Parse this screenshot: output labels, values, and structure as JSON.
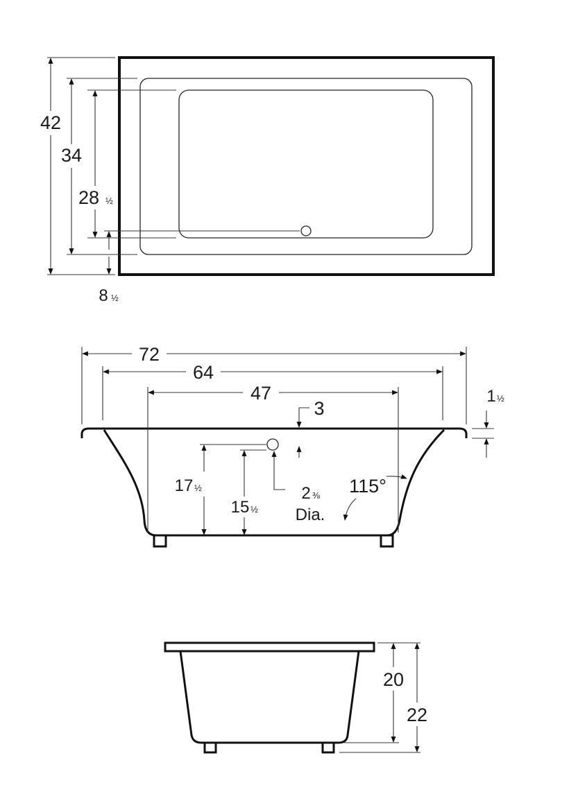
{
  "top_view": {
    "dim_overall_width": "42",
    "dim_rim_inner": "34",
    "dim_basin": "28",
    "dim_basin_frac": "½",
    "dim_drain_offset": "8",
    "dim_drain_offset_frac": "½"
  },
  "side_view": {
    "dim_length": "72",
    "dim_rim_inner_length": "64",
    "dim_bottom_length": "47",
    "dim_drain_offset": "3",
    "dim_rim_thickness": "1",
    "dim_rim_thickness_frac": "½",
    "dim_drain_height": "17",
    "dim_drain_height_frac": "½",
    "dim_drain_center": "15",
    "dim_drain_center_frac": "½",
    "dim_drain_dia": "2",
    "dim_drain_dia_frac": "⅜",
    "dim_drain_dia_label": "Dia.",
    "dim_angle": "115°"
  },
  "end_view": {
    "dim_depth": "20",
    "dim_height": "22"
  }
}
